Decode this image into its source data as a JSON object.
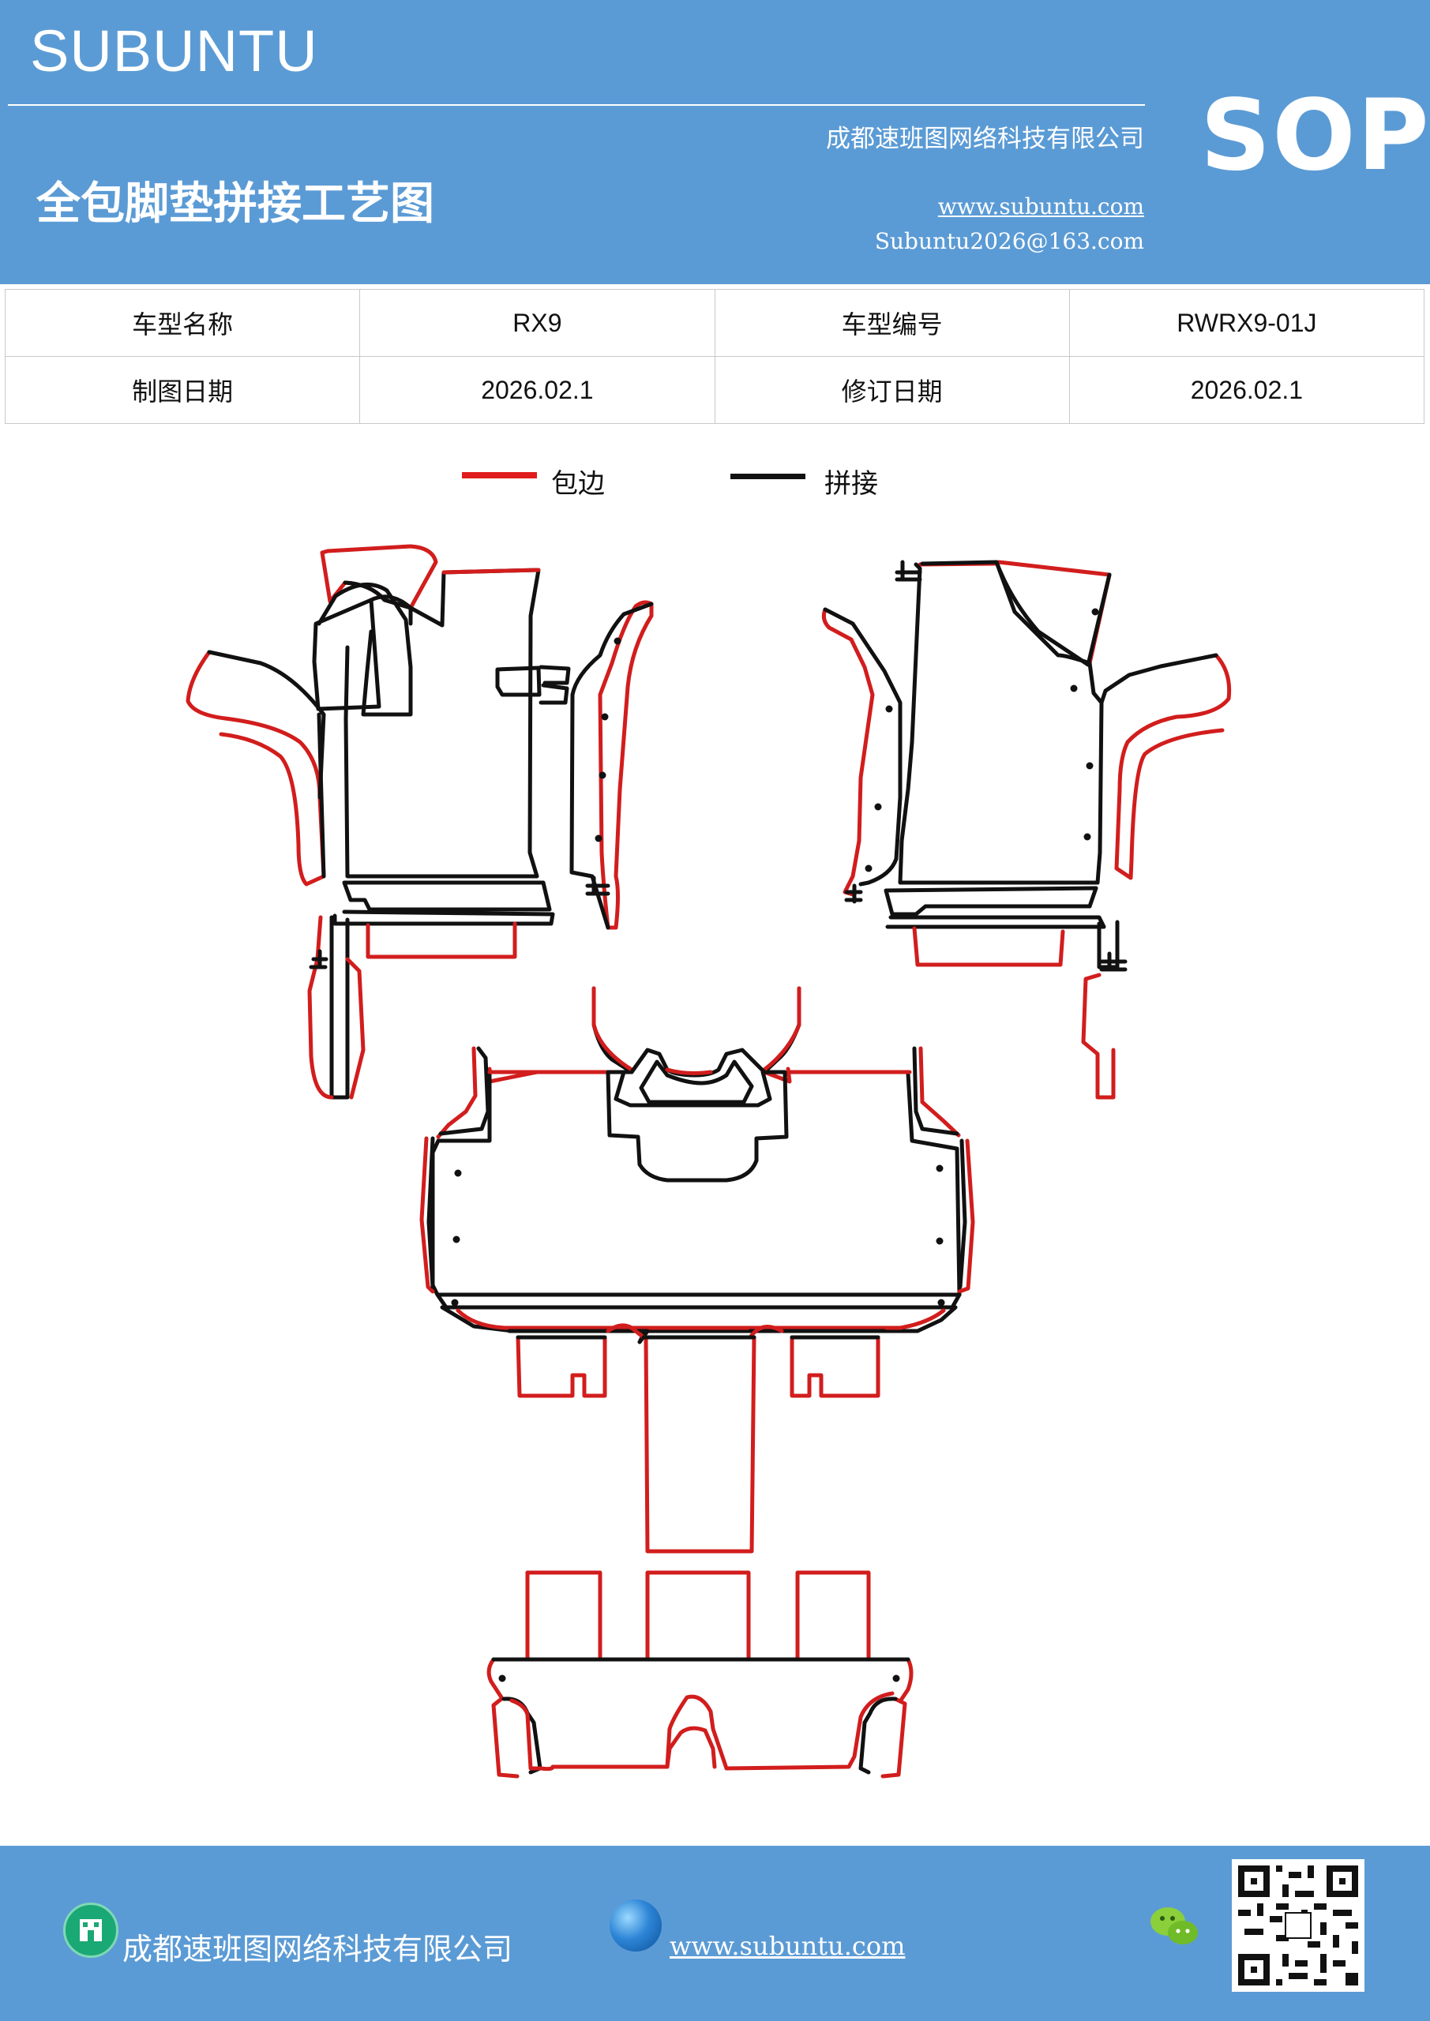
{
  "header": {
    "brand": "SUBUNTU",
    "company": "成都速班图网络科技有限公司",
    "title": "全包脚垫拼接工艺图",
    "website": "www.subuntu.com",
    "email": "Subuntu2026@163.com",
    "badge": "SOP"
  },
  "info_table": {
    "model_name_label": "车型名称",
    "model_name_value": "RX9",
    "model_code_label": "车型编号",
    "model_code_value": "RWRX9-01J",
    "draw_date_label": "制图日期",
    "draw_date_value": "2026.02.1",
    "revise_date_label": "修订日期",
    "revise_date_value": "2026.02.1"
  },
  "legend": {
    "edge_label": "包边",
    "edge_color": "#d21d1d",
    "join_label": "拼接",
    "join_color": "#111111"
  },
  "footer": {
    "company": "成都速班图网络科技有限公司",
    "website": "www.subuntu.com",
    "building_icon": "building-icon",
    "globe_icon": "globe-icon",
    "wechat_icon": "wechat-icon"
  },
  "colors": {
    "header_bg": "#5b9bd5"
  }
}
